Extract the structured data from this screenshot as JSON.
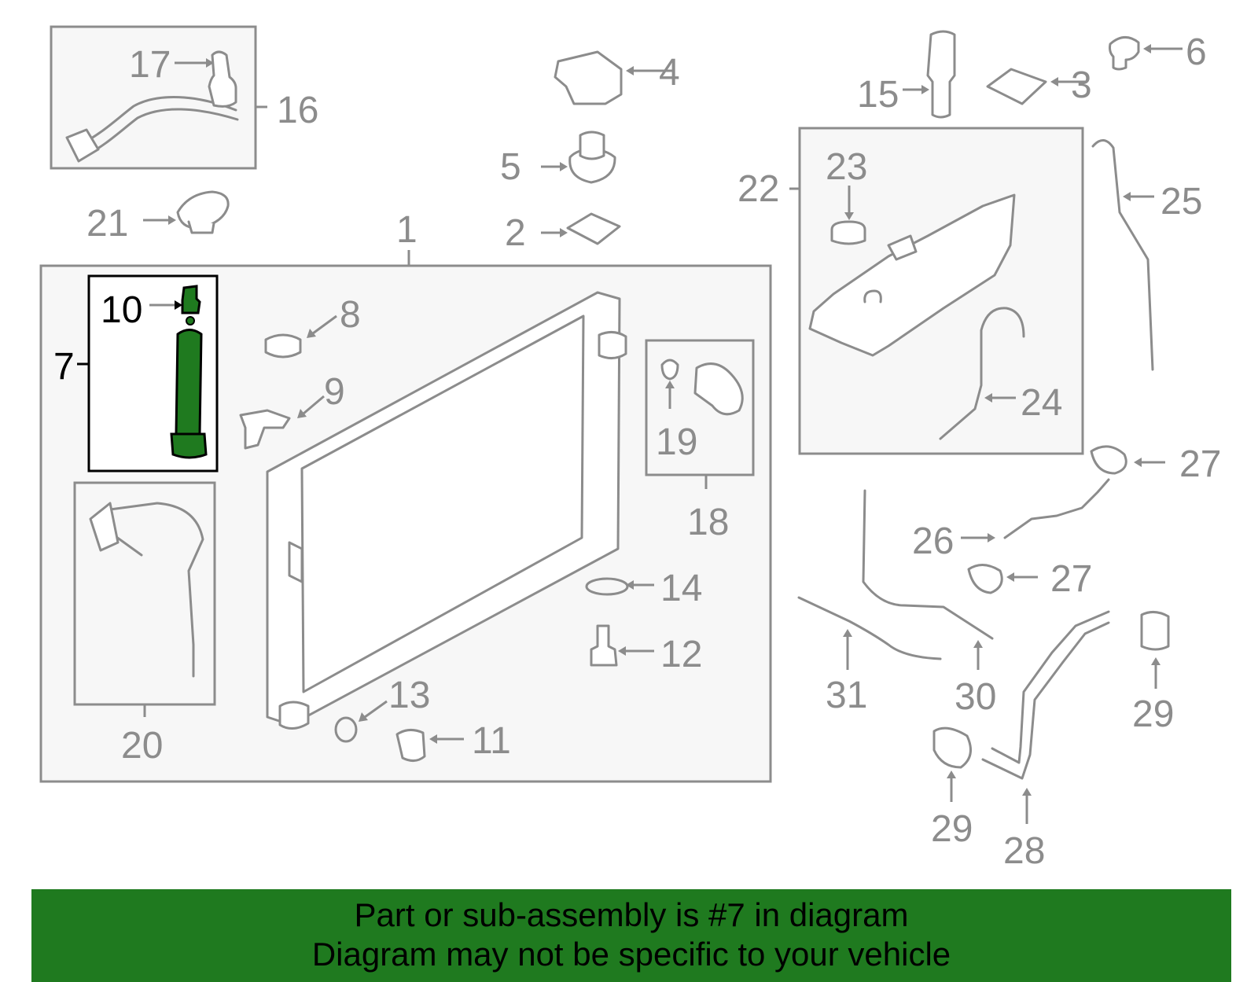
{
  "colors": {
    "line": "#8c8c8c",
    "highlight_part": "#1f7a1f",
    "highlight_text": "#000000",
    "box_fill": "#f7f7f7",
    "banner": "#1f7a1f"
  },
  "highlighted_callout": "7",
  "callouts": [
    "1",
    "2",
    "3",
    "4",
    "5",
    "6",
    "7",
    "8",
    "9",
    "10",
    "11",
    "12",
    "13",
    "14",
    "15",
    "16",
    "17",
    "18",
    "19",
    "20",
    "21",
    "22",
    "23",
    "24",
    "25",
    "26",
    "27",
    "27",
    "28",
    "29",
    "29",
    "30",
    "31"
  ],
  "banner": {
    "line1": "Part or sub-assembly is #7 in diagram",
    "line2": "Diagram may not be specific to your vehicle"
  }
}
